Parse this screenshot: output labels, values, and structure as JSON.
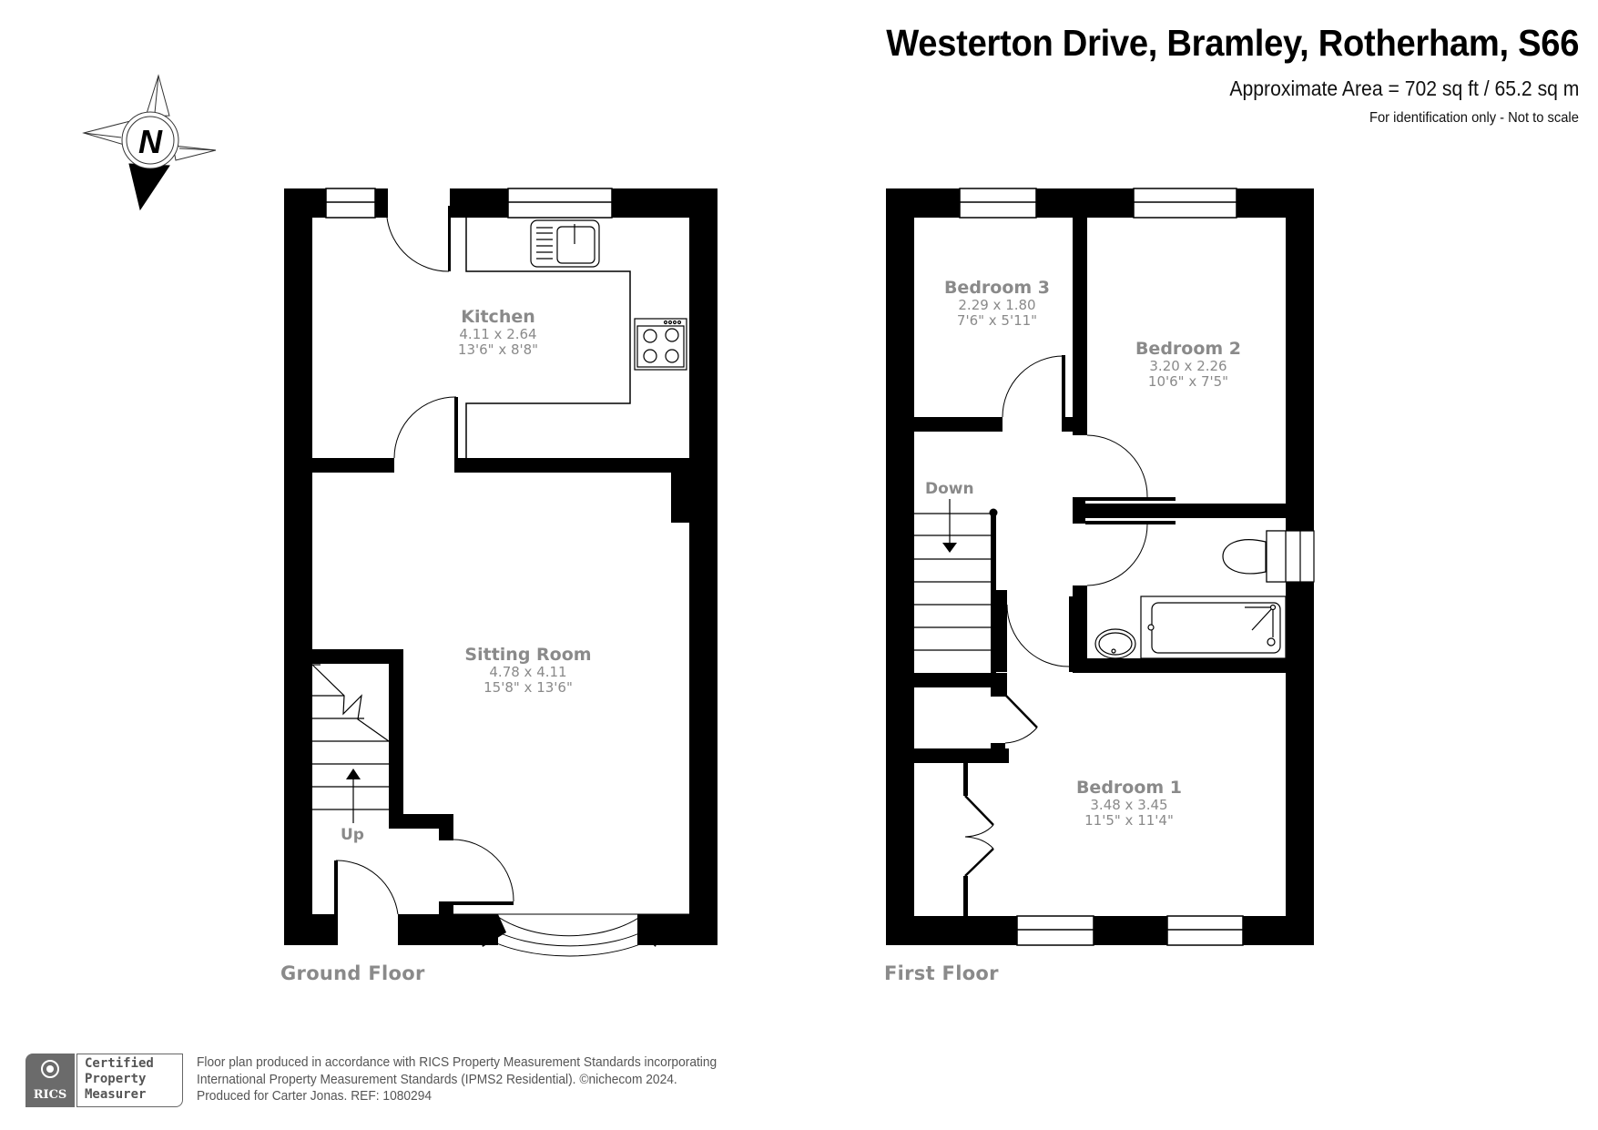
{
  "header": {
    "title": "Westerton Drive, Bramley, Rotherham, S66",
    "area": "Approximate Area = 702 sq ft / 65.2 sq m",
    "disclaimer": "For identification only - Not to scale"
  },
  "compass": {
    "label": "N",
    "icon": "compass-north-icon"
  },
  "ground_floor": {
    "label": "Ground Floor",
    "stairs_label": "Up",
    "rooms": [
      {
        "name": "Kitchen",
        "metric": "4.11 x 2.64",
        "imperial": "13'6\" x 8'8\""
      },
      {
        "name": "Sitting Room",
        "metric": "4.78 x 4.11",
        "imperial": "15'8\" x 13'6\""
      }
    ]
  },
  "first_floor": {
    "label": "First Floor",
    "stairs_label": "Down",
    "rooms": [
      {
        "name": "Bedroom 3",
        "metric": "2.29 x 1.80",
        "imperial": "7'6\" x 5'11\""
      },
      {
        "name": "Bedroom 2",
        "metric": "3.20 x 2.26",
        "imperial": "10'6\" x 7'5\""
      },
      {
        "name": "Bedroom 1",
        "metric": "3.48 x 3.45",
        "imperial": "11'5\" x 11'4\""
      }
    ]
  },
  "footer": {
    "badge": {
      "org": "RICS",
      "line1": "Certified",
      "line2": "Property",
      "line3": "Measurer"
    },
    "lines": [
      "Floor plan produced in accordance with RICS Property Measurement Standards incorporating",
      "International Property Measurement Standards (IPMS2 Residential).   ©nichecom 2024.",
      "Produced for Carter Jonas.   REF:  1080294"
    ]
  },
  "colors": {
    "wall": "#000000",
    "label": "#8a8a8a",
    "background": "#ffffff"
  }
}
